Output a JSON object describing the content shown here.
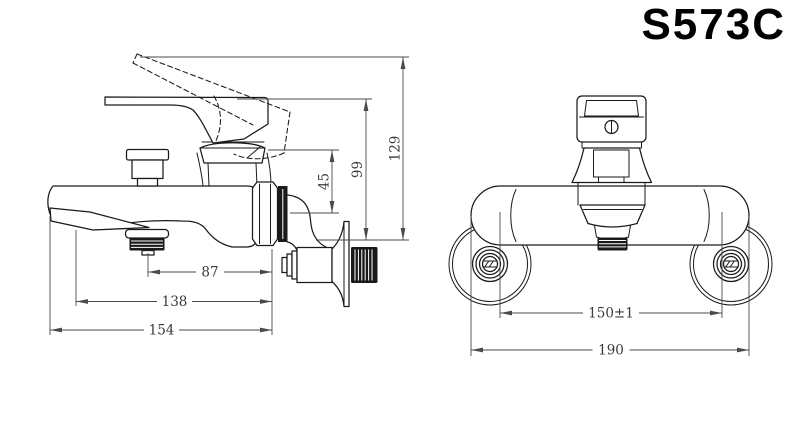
{
  "title": "S573C",
  "colors": {
    "background": "#ffffff",
    "drawing_line": "#1a1a1a",
    "dimension_line": "#4a4a4a",
    "dimension_text": "#3a3a3a",
    "title_color": "#000000"
  },
  "side_view": {
    "dims": {
      "outlet_to_wall": "87",
      "body_to_wall": "138",
      "spout_tip_to_wall": "154",
      "body_top_to_inlet": "45",
      "handle_height": "99",
      "handle_raised_height": "129"
    }
  },
  "front_view": {
    "dims": {
      "inlet_spacing": "150±1",
      "overall_width": "190"
    }
  }
}
